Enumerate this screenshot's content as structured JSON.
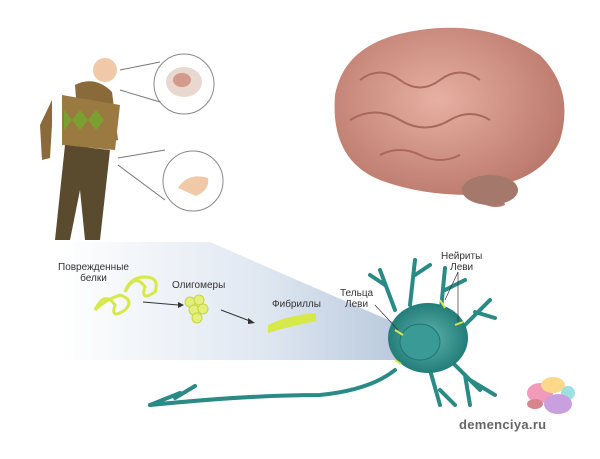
{
  "labels": {
    "damaged_proteins_l1": "Поврежденные",
    "damaged_proteins_l2": "белки",
    "oligomers": "Олигомеры",
    "fibrils": "Фибриллы",
    "lewy_bodies_l1": "Тельца",
    "lewy_bodies_l2": "Леви",
    "lewy_neurites_l1": "Нейриты",
    "lewy_neurites_l2": "Леви"
  },
  "watermark": "demenciya.ru",
  "colors": {
    "neuron": "#2a8a86",
    "protein": "#d6e84a",
    "brain": "#d99a8c",
    "panel": "#c9d6e6"
  }
}
